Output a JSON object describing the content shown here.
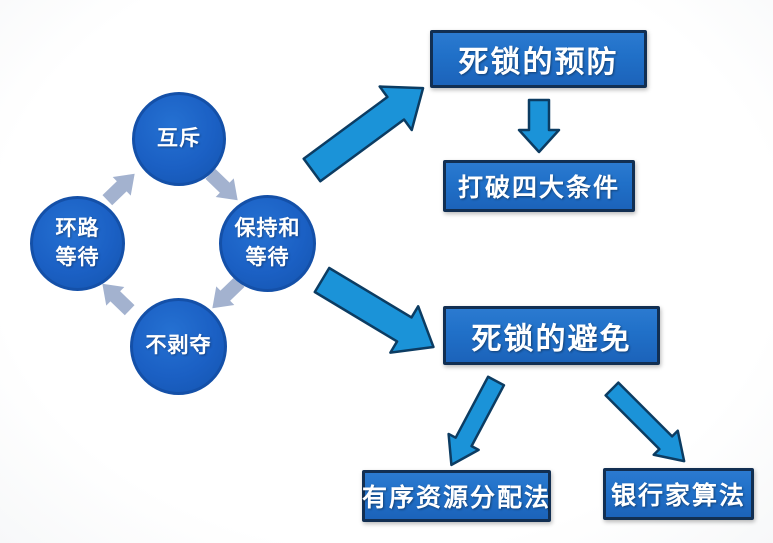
{
  "colors": {
    "circle_fill": "#1b60c4",
    "circle_border": "#1450a8",
    "box_fill": "#2070c8",
    "box_border": "#122f52",
    "big_arrow_fill": "#1b93d8",
    "big_arrow_stroke": "#0c3c62",
    "small_arrow_fill": "#a3b2cf",
    "text_color": "#ffffff"
  },
  "cycle": {
    "nodes": [
      {
        "id": "mutual-exclusion",
        "lines": [
          "互斥"
        ]
      },
      {
        "id": "hold-and-wait",
        "lines": [
          "保持和",
          "等待"
        ]
      },
      {
        "id": "no-preemption",
        "lines": [
          "不剥夺"
        ]
      },
      {
        "id": "circular-wait",
        "lines": [
          "环路",
          "等待"
        ]
      }
    ]
  },
  "prevention": {
    "title": "死锁的预防",
    "method": "打破四大条件"
  },
  "avoidance": {
    "title": "死锁的避免",
    "methods": [
      "有序资源分配法",
      "银行家算法"
    ]
  }
}
